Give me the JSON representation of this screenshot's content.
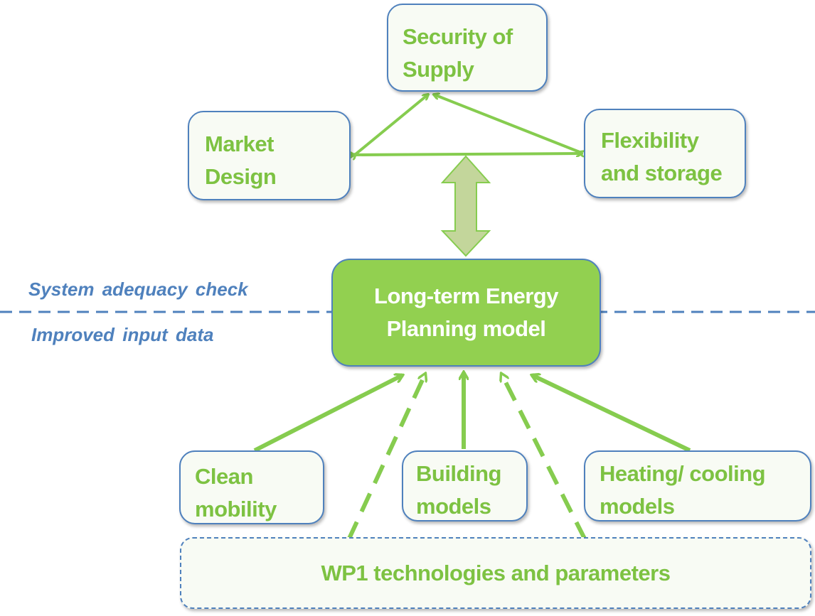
{
  "diagram": {
    "nodes": {
      "security": {
        "lines": [
          "Security of",
          "Supply"
        ]
      },
      "market": {
        "lines": [
          "Market",
          "Design"
        ]
      },
      "flexibility": {
        "lines": [
          "Flexibility",
          "and storage"
        ]
      },
      "ltep": {
        "lines": [
          "Long-term Energy",
          "Planning model"
        ]
      },
      "clean_mobility": {
        "lines": [
          "Clean",
          "mobility"
        ]
      },
      "building": {
        "lines": [
          "Building",
          "models"
        ]
      },
      "heating": {
        "lines": [
          "Heating/ cooling",
          "models"
        ]
      },
      "wp1": {
        "text": "WP1 technologies and parameters"
      }
    },
    "labels": {
      "upper": "System adequacy check",
      "lower": "Improved input data"
    },
    "colors": {
      "green_text": "#7dc242",
      "green_fill": "#92d050",
      "blue_border": "#4f81bd",
      "arrow_green": "#86cc4f",
      "double_arrow_fill": "#c3d69b"
    }
  }
}
